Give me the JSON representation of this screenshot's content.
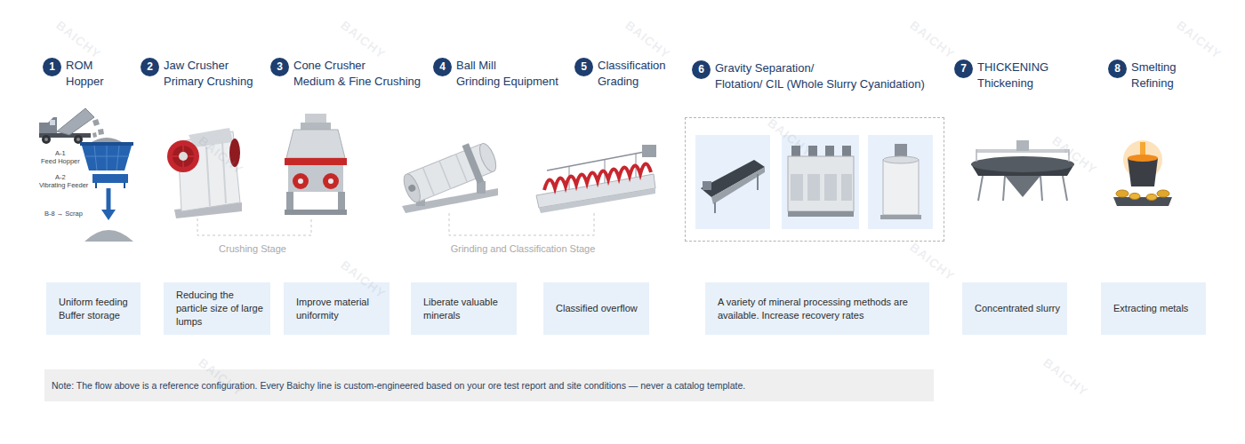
{
  "diagram": {
    "nodes": [
      {
        "text": [
          "1",
          "ROM",
          "Hopper"
        ]
      },
      {
        "text": [
          "2",
          "Jaw Crusher",
          "Primary Crushing"
        ]
      },
      {
        "text": [
          "3",
          "Cone Crusher",
          "Medium & Fine Crushing"
        ]
      },
      {
        "text": [
          "4",
          "Ball Mill",
          "Grinding Equipment"
        ]
      },
      {
        "text": [
          "5",
          "Classification",
          "Grading"
        ]
      },
      {
        "text": [
          "6",
          "Gravity Separation/",
          "Flotation/ CIL (Whole Slurry Cyanidation)"
        ]
      },
      {
        "text": [
          "7",
          "THICKENING",
          "Thickening"
        ]
      },
      {
        "text": [
          "8",
          "Smelting",
          "Refining"
        ]
      },
      {
        "text": [
          "Uniform feeding Buffer storage"
        ]
      },
      {
        "text": [
          "Reducing the particle size of large lumps"
        ]
      },
      {
        "text": [
          "Improve material uniformity"
        ]
      },
      {
        "text": [
          "Liberate valuable minerals"
        ]
      },
      {
        "text": [
          "Classified overflow"
        ]
      },
      {
        "text": [
          "A variety of mineral processing methods are available. Increase recovery rates"
        ]
      },
      {
        "text": [
          "Concentrated slurry"
        ]
      },
      {
        "text": [
          "Extracting metals"
        ]
      },
      {
        "text": [
          "Note: The flow above is a reference configuration. Every Baichy line is custom-engineered based on your ore test report and site conditions — never a catalog template."
        ]
      }
    ],
    "edges": [
      {
        "from": 0,
        "to": 1,
        "arrow": "to"
      },
      {
        "from": 1,
        "to": 2,
        "arrow": "to"
      },
      {
        "from": 2,
        "to": 3,
        "arrow": "to"
      },
      {
        "from": 3,
        "to": 4,
        "arrow": "to"
      },
      {
        "from": 4,
        "to": 5,
        "arrow": "to"
      },
      {
        "from": 5,
        "to": 6,
        "arrow": "to"
      },
      {
        "from": 6,
        "to": 7,
        "arrow": "to"
      }
    ],
    "labels": [
      "A-1",
      "Feed Hopper",
      "A-2",
      "Vibrating Feeder",
      "B-8 → Scrap",
      "Crushing Stage",
      "Grinding and Classification Stage",
      "BAICHY",
      "BAICHY",
      "BAICHY",
      "BAICHY",
      "BAICHY",
      "BAICHY",
      "BAICHY",
      "BAICHY",
      "BAICHY",
      "BAICHY",
      "BAICHY",
      "BAICHY"
    ]
  }
}
